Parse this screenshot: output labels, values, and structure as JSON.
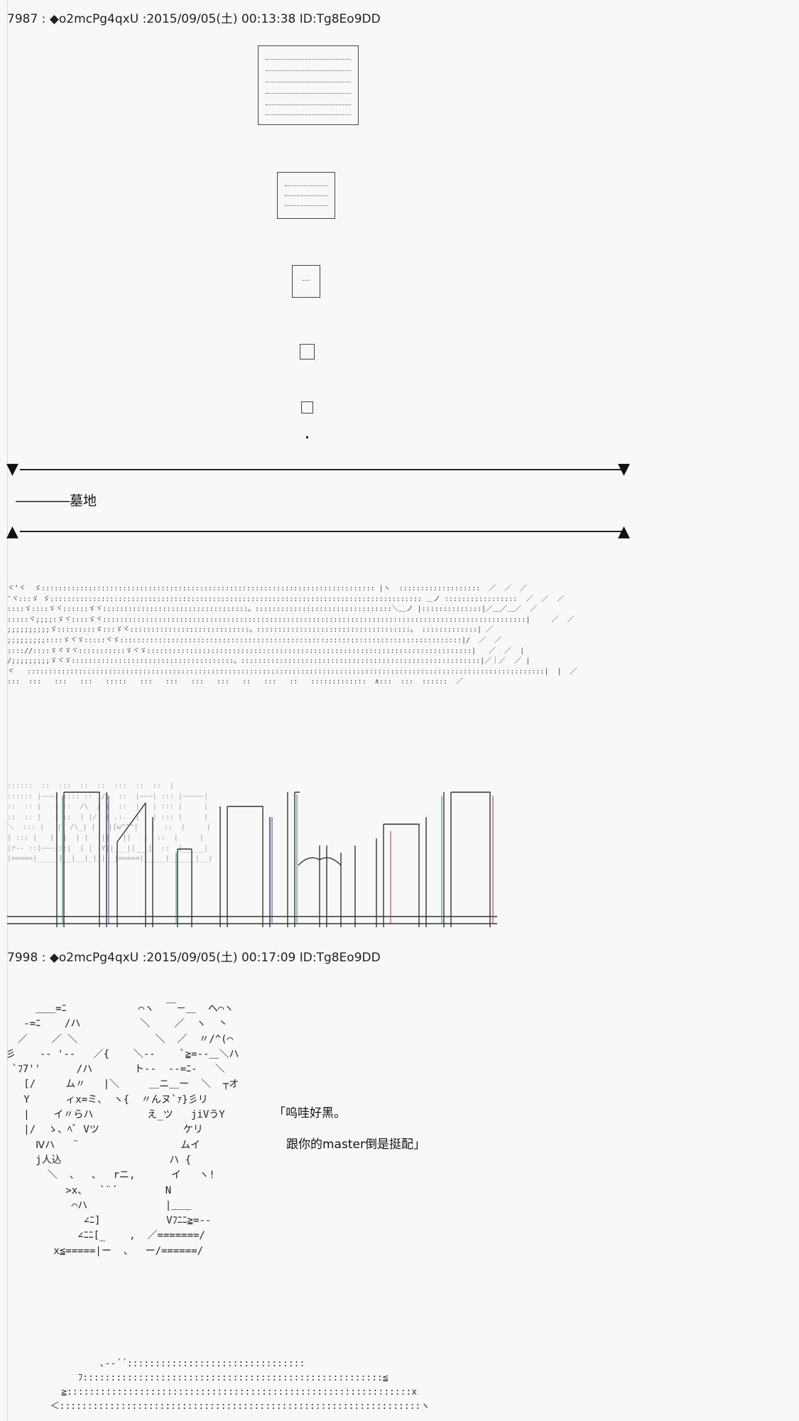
{
  "posts": [
    {
      "number": "7987",
      "name": "◆o2mcPg4qxU",
      "date": "2015/09/05(土)",
      "time": "00:13:38",
      "id": "ID:Tg8Eo9DD"
    },
    {
      "number": "7998",
      "name": "◆o2mcPg4qxU",
      "date": "2015/09/05(土)",
      "time": "00:17:09",
      "id": "ID:Tg8Eo9DD"
    }
  ],
  "separator": " : ",
  "small_dot": "・",
  "scene": {
    "title": "――――墓地"
  },
  "dialogue": {
    "line1": "「呜哇好黑。",
    "line2": "跟你的master倒是挺配」"
  },
  "art": {
    "night_sky": "ヾ’ヾ  ゞ:::::::::::::::::::::::::::::::::::::::::::::::::::::::::::::::::::::::::::::: |ヽ  :::::::::::::::::::  ／  ／  ／\n″ヾ:::ゞ ゞ::::::::::::::::::::::::::::::::::::::::::::::::::::::::::::::::::::::::::::::::::::::: ＿ノ :::::::::::::::::  ／  ／  ／\n::::ゞ::::ゞヾ::::::ゞヾ::::::::::::::::::::::::::::::::::。::::::::::::::::::::::::::::::::＼＿ノ |::::::::::::::|／＿／＿／  ／\n:::::ヾ;;;;:ゞヾ::::ゞヾ:::::::::::::::::::::::::::::::::::::::::::::::::::::::::::::::::::::::::::::::::::::::::::::::::::|     ／  ／\n;;;;;;;;;;ゞ:::::::::ゞ:::ゞヾ::::::::::::::::::::::::::::。::::::::::::::::::::::::::::::::::::。 :::::::::::::| ／\n;;;;;;;;;::::ゞヾゞ:::::ヾゞ::::::::::::::::::::::::::::::::::::::::::::::::::::::::::::::::::::::::::::::::|/  ／  ／\n:::://::::ゞヾゞヾ:::::::::::ゞヾゞ::::::::::::::::::::::::::::::::::::::::::::::::::::::::::::::::::::::::::::|   ／  ／  |\n/;;;;;;;;;ゞヾゞ::::::::::::::::::::::::::::::::::::::。::::::::::::::::::::::::::::::::::::::::::::::::::::::::|／｜／  ／ |\nヾ   :::::::::::::::::::::::::::::::::::::::::::::::::::::::::::::::::::::::::::::::::::::::::::::::::::::::::::::::::::::::::|  |  ／\n:::  :::   :::   :::   :::::   :::   :::   :::   :::   ::   :::   ::   :::::::::::::  ∧:::  :::  ::::::  ／",
    "buildings": "::::::  ::  :::  ::  ::  :::  ::  ::  |\n:::::: |~~~| :::: ::  /|  ::  |~~~| ::: |~~~~~|\n::  :: |   | ::  /\\  / |  ::  |   | ::: |     |\n::  :: |   | ::  | |/  | .:.  |   | ::: |     |\n＼  ::: |   |  /\\_| |   |[w^^^|   |  ::  |     |\n| ::: |   |  |  | |   ||   ||   |  ::  |     |\n|r-- ::[~~~]::|  | |  Y||___||___|  ::  |_____|\n|=====|_____|__|__|_|_|__|=====|_____|______|__|",
    "face": "     ＿＿=ﾆ            ⌒ヽ  ￣－＿  へ⌒ヽ\n   -=ﾆ    /ハ          ＼    ／  ヽ  丶\n  ／    ／ ＼             ＼  ／  〃/^(⌒\n彡    -- '-‐   ／{    ＼-‐    `≧=‐-＿＼ハ\n `ﾌ7''      /ハ       ト--  -‐=ﾆ‐   ＼\n   [/     ム〃   |＼     ＿ニ＿ー  ＼  ┬オ\n   Y      ィx=ミ、 ヽ{  〃んヌ`ｧ}彡リ\n   |    イ〃らハ         え_ツ   jiVうY\n   |/  ゝ、ﾍﾞ Vツ              ケリ\n     Ⅳハ   ¨                 ムイ\n     j人込                  ハ {\n       ＼  、  、  rニ,      イ   ヽ!\n          >x、  `¨´        N\n           ⌒ハ             |＿＿\n             ∠ﾆ]           Vﾌﾆﾆ≧=‐-\n            ∠ﾆﾆ[_    ,  ／=======/\n        x≦=====|ー  、  ー/======/",
    "lower_art": "                 ､‐‐´´::::::::::::::::::::::::::::::::\n             ﾌ::::::::::::::::::::::::::::::::::::::::::::::::::::::≦\n          ≧::::::::::::::::::::::::::::::::::::::::::::::::::::::::::::::x\n        ＜:::::::::::::::::::::::::::::::::::::::::::::::::::::::::::::::::ヽ"
  },
  "colors": {
    "background": "#f8f8f8",
    "text": "#111111",
    "line": "#222222"
  }
}
